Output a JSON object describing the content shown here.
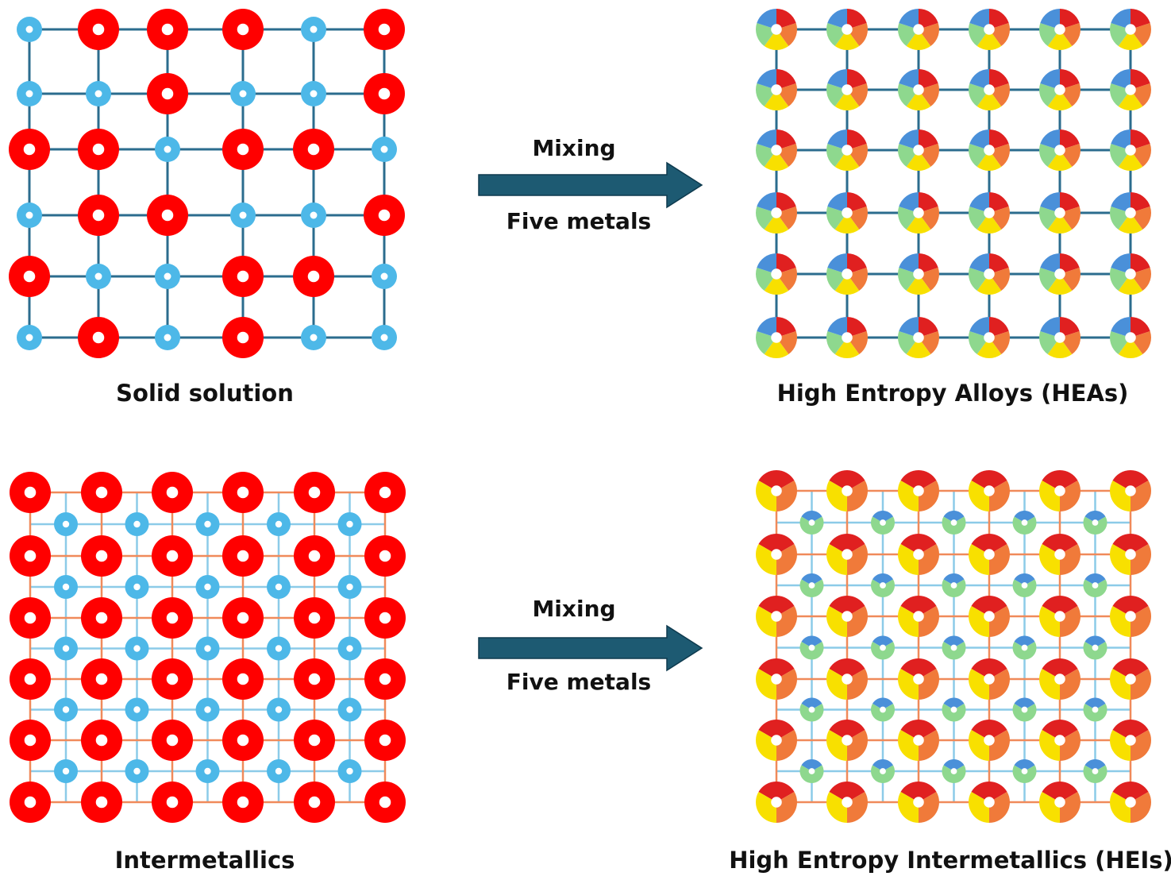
{
  "panels": {
    "solid_solution": {
      "caption": "Solid solution",
      "grid": [
        "BRRRBR",
        "BBRBBR",
        "RRBRRB",
        "BRRBBR",
        "RBBRRB",
        "BRBRBB"
      ]
    },
    "high_entropy_alloys": {
      "caption": "High Entropy Alloys (HEAs)"
    },
    "intermetallics": {
      "caption": "Intermetallics"
    },
    "high_entropy_intermetallics": {
      "caption": "High Entropy Intermetallics (HEIs)"
    }
  },
  "arrows": [
    {
      "top_label": "Mixing",
      "bottom_label": "Five metals"
    },
    {
      "top_label": "Mixing",
      "bottom_label": "Five metals"
    }
  ],
  "colors": {
    "red_atom": "#ff0000",
    "blue_atom": "#4db8e8",
    "blue_line": "#2b6c8e",
    "light_blue_line": "#8ccbe8",
    "orange_line": "#f08a5a",
    "arrow": "#1d5a72",
    "arrow_outline": "#0e3a4e",
    "pie_blue": "#4a90d9",
    "pie_red": "#e02020",
    "pie_orange": "#f07a3a",
    "pie_yellow": "#f8e000",
    "pie_green": "#8ed88e"
  }
}
